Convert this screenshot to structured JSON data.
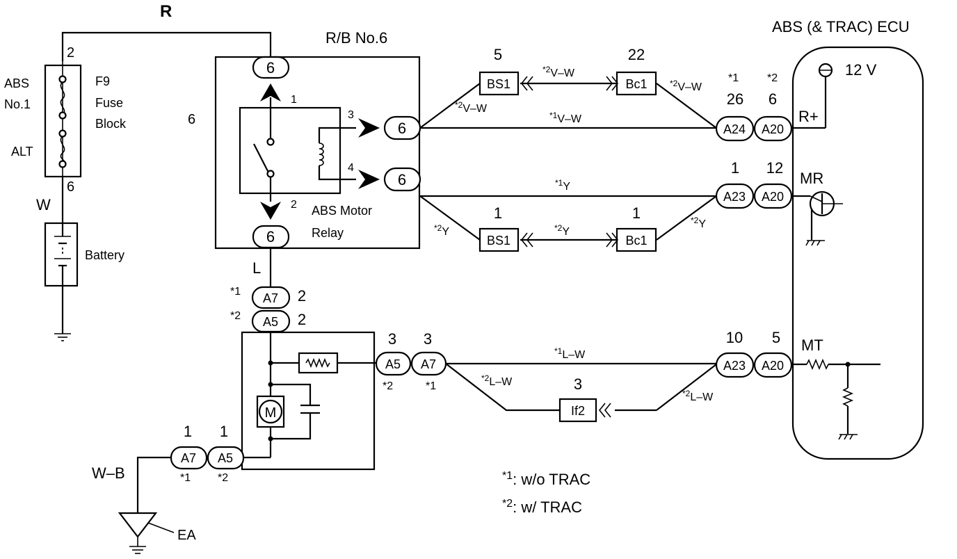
{
  "diagram": {
    "ecu_title": "ABS (& TRAC) ECU",
    "wire_r": "R",
    "wire_w": "W",
    "wire_l": "L",
    "wire_wb": "W–B",
    "fuse": {
      "name": "F9",
      "label_line1": "Fuse",
      "label_line2": "Block",
      "abs_line1": "ABS",
      "abs_line2": "No.1",
      "alt": "ALT",
      "pin_top": "2",
      "pin_bottom": "6"
    },
    "battery": "Battery",
    "relay_block": {
      "name": "R/B No.6",
      "side_num": "6",
      "connector_top": "6",
      "connector_bottom": "6",
      "connector_3": "6",
      "connector_4": "6",
      "pin_1": "1",
      "pin_2": "2",
      "pin_3": "3",
      "pin_4": "4",
      "relay_line1": "ABS Motor",
      "relay_line2": "Relay"
    },
    "connectors": {
      "bs1_top": "BS1",
      "bs1_top_num": "5",
      "bc1_top": "Bc1",
      "bc1_top_num": "22",
      "bs1_bot": "BS1",
      "bs1_bot_num": "1",
      "bc1_bot": "Bc1",
      "bc1_bot_num": "1",
      "if2": "If2",
      "if2_num": "3",
      "a24": "A24",
      "a24_num": "26",
      "a20_1": "A20",
      "a20_1_num": "6",
      "a23_1": "A23",
      "a23_1_num": "1",
      "a20_2": "A20",
      "a20_2_num": "12",
      "a23_2": "A23",
      "a23_2_num": "10",
      "a20_3": "A20",
      "a20_3_num": "5",
      "a7_top": "A7",
      "a7_top_num": "2",
      "a5_top": "A5",
      "a5_top_num": "2",
      "a5_mid": "A5",
      "a5_mid_num": "3",
      "a7_mid": "A7",
      "a7_mid_num": "3",
      "a7_bot": "A7",
      "a7_bot_num": "1",
      "a5_bot": "A5",
      "a5_bot_num": "1"
    },
    "star_labels": {
      "col1": "*1",
      "col2": "*2",
      "a7_top_star": "*1",
      "a5_top_star": "*2",
      "a5_mid_star": "*2",
      "a7_mid_star": "*1",
      "a7_bot_star": "*1",
      "a5_bot_star": "*2"
    },
    "wire_labels": {
      "v_w_2_top": "V–W",
      "v_w_2_left": "V–W",
      "v_w_1": "V–W",
      "v_w_2_right": "V–W",
      "y_1": "Y",
      "y_2_left": "Y",
      "y_2_mid": "Y",
      "y_2_right": "Y",
      "l_w_1": "L–W",
      "l_w_2_left": "L–W",
      "l_w_2_right": "L–W"
    },
    "wire_label_marks": {
      "v_w_2_top": "*2",
      "v_w_2_left": "*2",
      "v_w_1": "*1",
      "v_w_2_right": "*2",
      "y_1": "*1",
      "y_2_left": "*2",
      "y_2_mid": "*2",
      "y_2_right": "*2",
      "l_w_1": "*1",
      "l_w_2_left": "*2",
      "l_w_2_right": "*2"
    },
    "ecu_terminals": {
      "v12": "12 V",
      "r_plus": "R+",
      "mr": "MR",
      "mt": "MT"
    },
    "motor": "M",
    "ground_ea": "EA",
    "legend": {
      "mark1": "*1",
      "text1": ": w/o TRAC",
      "mark2": "*2",
      "text2": ": w/ TRAC"
    }
  }
}
